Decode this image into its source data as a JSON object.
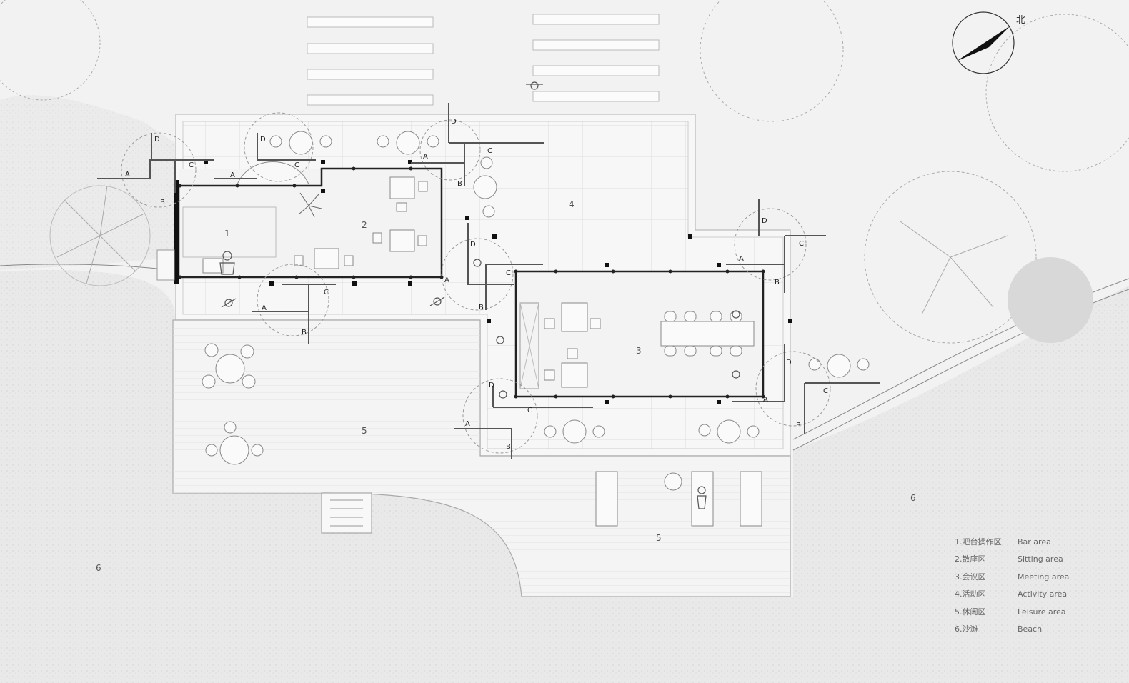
{
  "compass": {
    "north_label": "北"
  },
  "zones": [
    {
      "id": "1",
      "label": "1"
    },
    {
      "id": "2",
      "label": "2"
    },
    {
      "id": "3",
      "label": "3"
    },
    {
      "id": "4",
      "label": "4"
    },
    {
      "id": "5a",
      "label": "5"
    },
    {
      "id": "5b",
      "label": "5"
    },
    {
      "id": "6a",
      "label": "6"
    },
    {
      "id": "6b",
      "label": "6"
    }
  ],
  "marker_letters": [
    "A",
    "B",
    "C",
    "D"
  ],
  "legend": [
    {
      "cn": "1.吧台操作区",
      "en": "Bar area"
    },
    {
      "cn": "2.散座区",
      "en": "Sitting area"
    },
    {
      "cn": "3.会议区",
      "en": "Meeting area"
    },
    {
      "cn": "4.活动区",
      "en": "Activity area"
    },
    {
      "cn": "5.休闲区",
      "en": "Leisure area"
    },
    {
      "cn": "6.沙滩",
      "en": "Beach"
    }
  ],
  "colors": {
    "background": "#f2f2f2",
    "sand": "#e6e6e6",
    "paving": "#f7f7f7",
    "deck": "#f4f4f4",
    "wall": "#222222",
    "line": "#999999"
  }
}
